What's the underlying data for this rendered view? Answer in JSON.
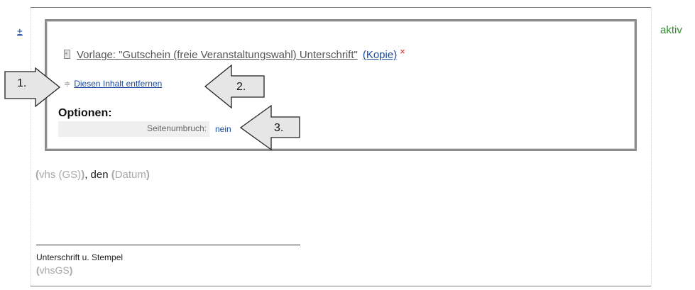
{
  "toggle": {
    "label": "±"
  },
  "status": {
    "label": "aktiv"
  },
  "template": {
    "title": "Vorlage: \"Gutschein (freie Veranstaltungswahl) Unterschrift\"",
    "copy_label": "(Kopie)",
    "delete_symbol": "×"
  },
  "content": {
    "updown_symbol": "≑",
    "remove_label": "Diesen Inhalt entfernen"
  },
  "options": {
    "title": "Optionen:",
    "page_break_label": "Seitenumbruch:",
    "page_break_value": "nein"
  },
  "callouts": [
    "1.",
    "2.",
    "3."
  ],
  "body_text": {
    "open1": "(",
    "ph1": "vhs (GS)",
    "close1": ")",
    "middle": ", den ",
    "open2": "(",
    "ph2": "Datum",
    "close2": ")"
  },
  "signature": {
    "label": "Unterschrift u. Stempel",
    "open": "(",
    "ph": "vhsGS",
    "close": ")"
  },
  "colors": {
    "link": "#1a4a9c",
    "active": "#2e8b2e",
    "delete": "#d62020",
    "placeholder": "#a8a8a8"
  }
}
